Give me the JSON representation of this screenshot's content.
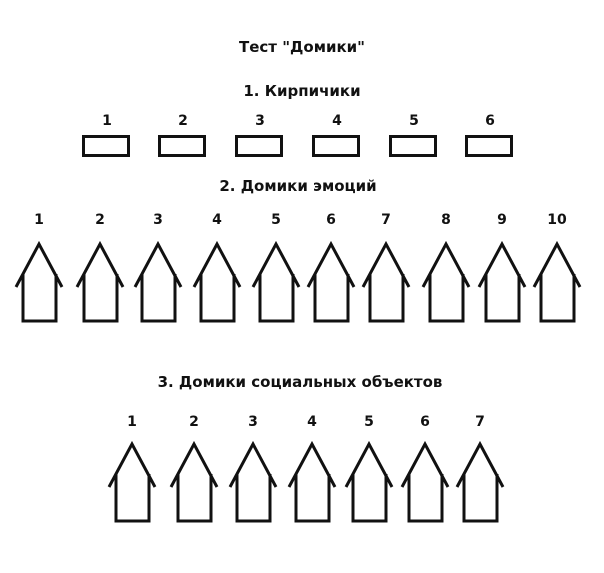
{
  "title": "Тест \"Домики\"",
  "sections": {
    "bricks": {
      "heading": "1. Кирпичики",
      "items": [
        "1",
        "2",
        "3",
        "4",
        "5",
        "6"
      ]
    },
    "emotions": {
      "heading": "2. Домики эмоций",
      "items": [
        "1",
        "2",
        "3",
        "4",
        "5",
        "6",
        "7",
        "8",
        "9",
        "10"
      ]
    },
    "social": {
      "heading": "3. Домики социальных объектов",
      "items": [
        "1",
        "2",
        "3",
        "4",
        "5",
        "6",
        "7"
      ]
    }
  },
  "colors": {
    "ink": "#111111",
    "background": "#ffffff"
  }
}
